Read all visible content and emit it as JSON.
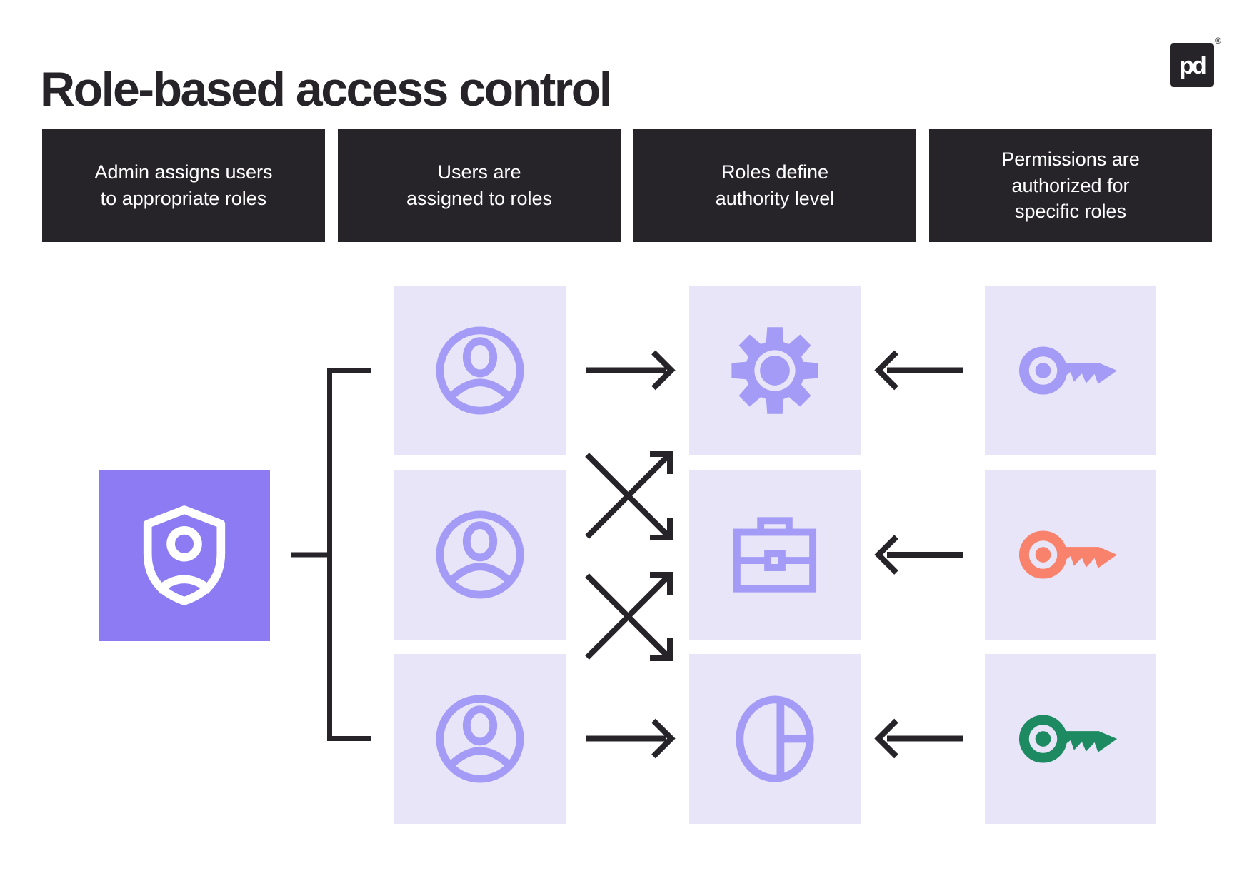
{
  "header": {
    "title": "Role-based access control",
    "logo_text": "pd",
    "logo_registered": "®"
  },
  "steps": [
    {
      "lines": [
        "Admin assigns users",
        "to appropriate roles"
      ]
    },
    {
      "lines": [
        "Users are",
        "assigned to roles"
      ]
    },
    {
      "lines": [
        "Roles define",
        "authority level"
      ]
    },
    {
      "lines": [
        "Permissions are",
        "authorized for",
        "specific roles"
      ]
    }
  ],
  "diagram": {
    "tile_color": "#E9E5F9",
    "connector_color": "#262429",
    "admin": {
      "icon": "shield-user-icon",
      "icon_color": "#FFFFFF",
      "tile_color": "#8C7BF2"
    },
    "users": [
      {
        "icon": "user-icon",
        "color": "#A39BF6"
      },
      {
        "icon": "user-icon",
        "color": "#A39BF6"
      },
      {
        "icon": "user-icon",
        "color": "#A39BF6"
      }
    ],
    "roles": [
      {
        "icon": "gear-icon",
        "color": "#A39BF6"
      },
      {
        "icon": "briefcase-icon",
        "color": "#A39BF6"
      },
      {
        "icon": "pie-chart-icon",
        "color": "#A39BF6"
      }
    ],
    "permissions": [
      {
        "icon": "key-icon",
        "color": "#A39BF6"
      },
      {
        "icon": "key-icon",
        "color": "#F8826B"
      },
      {
        "icon": "key-icon",
        "color": "#1E8A62"
      }
    ],
    "logo_color": "#262429"
  }
}
